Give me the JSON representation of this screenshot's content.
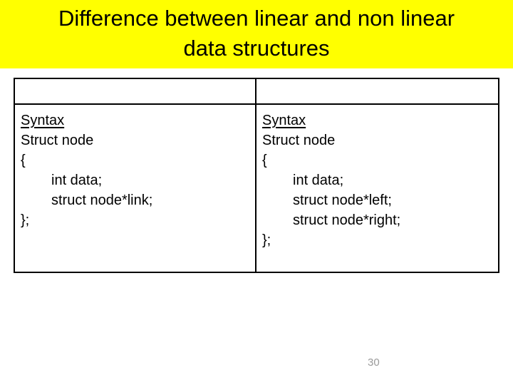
{
  "slide": {
    "title": {
      "line1": "Difference between linear and non linear",
      "line2": "data structures"
    },
    "table": {
      "header_left": "",
      "header_right": "",
      "left_cell": {
        "label": "linear-list-struct-syntax",
        "lines": [
          {
            "text": "Syntax",
            "indent": false,
            "underline": true
          },
          {
            "text": "Struct node",
            "indent": false,
            "underline": false
          },
          {
            "text": "{",
            "indent": false,
            "underline": false
          },
          {
            "text": "int data;",
            "indent": true,
            "underline": false
          },
          {
            "text": "struct node*link;",
            "indent": true,
            "underline": false
          },
          {
            "text": "};",
            "indent": false,
            "underline": false
          }
        ]
      },
      "right_cell": {
        "label": "nonlinear-tree-struct-syntax",
        "lines": [
          {
            "text": "Syntax",
            "indent": false,
            "underline": true
          },
          {
            "text": "Struct node",
            "indent": false,
            "underline": false
          },
          {
            "text": "{",
            "indent": false,
            "underline": false
          },
          {
            "text": "int data;",
            "indent": true,
            "underline": false
          },
          {
            "text": "struct node*left;",
            "indent": true,
            "underline": false
          },
          {
            "text": "struct node*right;",
            "indent": true,
            "underline": false
          },
          {
            "text": "};",
            "indent": false,
            "underline": false
          }
        ]
      }
    },
    "page_number": "30",
    "colors": {
      "banner_background": "#ffff00",
      "title_text": "#000000",
      "table_border": "#000000",
      "code_text": "#000000",
      "page_number_text": "#9a9a9a"
    }
  }
}
